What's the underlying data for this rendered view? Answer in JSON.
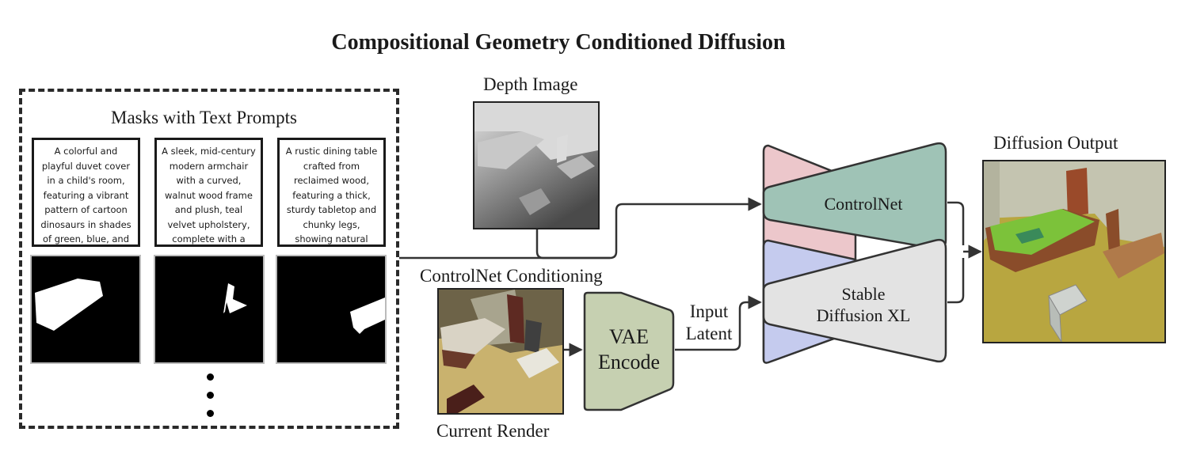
{
  "title": "Compositional Geometry Conditioned Diffusion",
  "masks_panel": {
    "label": "Masks with Text Prompts",
    "prompts": [
      "A colorful and playful duvet cover in a child's room, featuring a vibrant pattern of cartoon dinosaurs in shades of green, blue, and",
      "A sleek, mid-century modern armchair with a curved, walnut wood frame and plush, teal velvet upholstery, complete with a",
      "A rustic dining table crafted from reclaimed wood, featuring a thick, sturdy tabletop and chunky legs, showing natural"
    ]
  },
  "depth_image": {
    "label": "Depth Image"
  },
  "current_render": {
    "label": "Current Render",
    "conditioning_label": "ControlNet Conditioning"
  },
  "vae": {
    "line1": "VAE",
    "line2": "Encode"
  },
  "latent": {
    "line1": "Input",
    "line2": "Latent"
  },
  "controlnet": {
    "label": "ControlNet"
  },
  "sdxl": {
    "line1": "Stable",
    "line2": "Diffusion XL"
  },
  "output": {
    "label": "Diffusion Output"
  },
  "colors": {
    "controlnet_fill": "#9fc3b6",
    "controlnet_back": "#ecc7cb",
    "sdxl_fill": "#e3e3e3",
    "sdxl_back": "#c5cbee",
    "vae_fill": "#c6d0b1",
    "arrow": "#333333"
  }
}
